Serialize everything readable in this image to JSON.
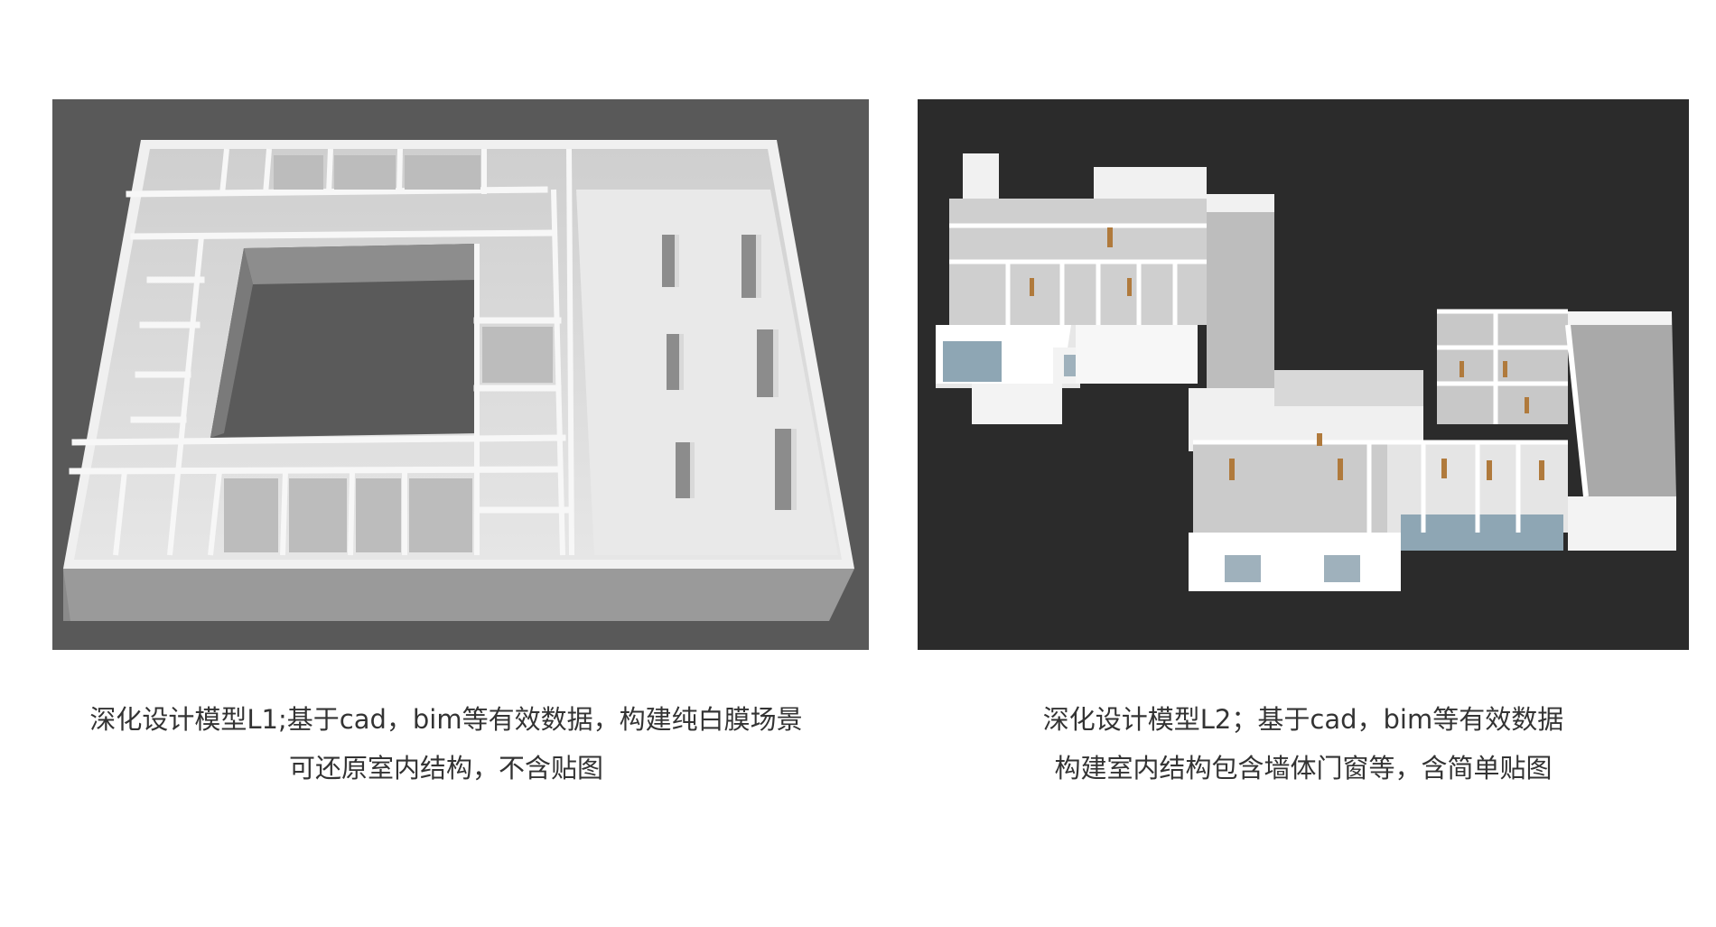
{
  "models": [
    {
      "id": "L1",
      "caption_line1": "深化设计模型L1;基于cad，bim等有效数据，构建纯白膜场景",
      "caption_line2": "可还原室内结构，不含贴图",
      "render_style": "white-clay",
      "background": "#595959"
    },
    {
      "id": "L2",
      "caption_line1": "深化设计模型L2；基于cad，bim等有效数据",
      "caption_line2": "构建室内结构包含墙体门窗等，含简单贴图",
      "render_style": "simple-textured",
      "background": "#2b2b2b"
    }
  ]
}
